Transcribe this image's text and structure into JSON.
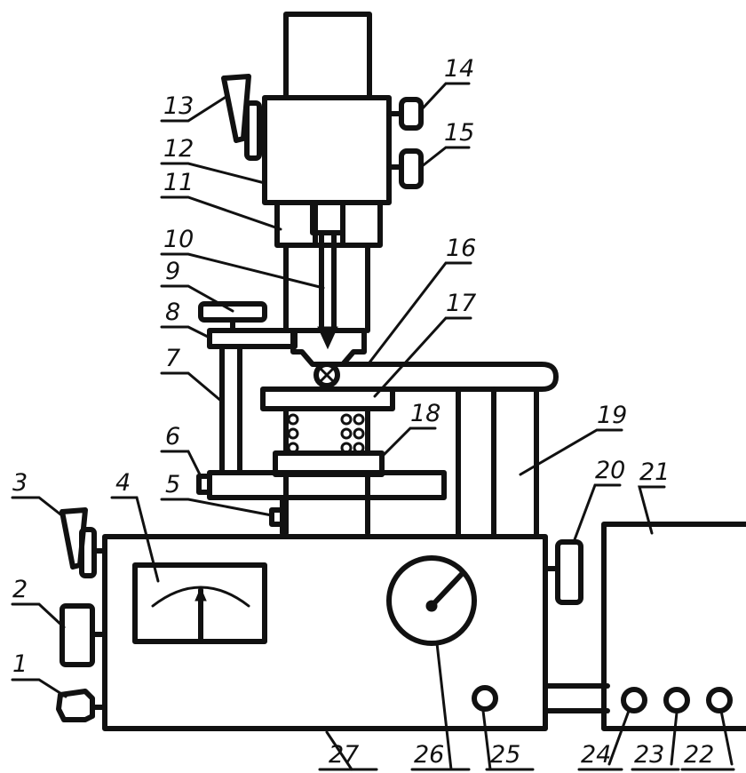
{
  "parts": [
    {
      "id": "1",
      "label": "1"
    },
    {
      "id": "2",
      "label": "2"
    },
    {
      "id": "3",
      "label": "3"
    },
    {
      "id": "4",
      "label": "4"
    },
    {
      "id": "5",
      "label": "5"
    },
    {
      "id": "6",
      "label": "6"
    },
    {
      "id": "7",
      "label": "7"
    },
    {
      "id": "8",
      "label": "8"
    },
    {
      "id": "9",
      "label": "9"
    },
    {
      "id": "10",
      "label": "10"
    },
    {
      "id": "11",
      "label": "11"
    },
    {
      "id": "12",
      "label": "12"
    },
    {
      "id": "13",
      "label": "13"
    },
    {
      "id": "14",
      "label": "14"
    },
    {
      "id": "15",
      "label": "15"
    },
    {
      "id": "16",
      "label": "16"
    },
    {
      "id": "17",
      "label": "17"
    },
    {
      "id": "18",
      "label": "18"
    },
    {
      "id": "19",
      "label": "19"
    },
    {
      "id": "20",
      "label": "20"
    },
    {
      "id": "21",
      "label": "21"
    },
    {
      "id": "22",
      "label": "22"
    },
    {
      "id": "23",
      "label": "23"
    },
    {
      "id": "24",
      "label": "24"
    },
    {
      "id": "25",
      "label": "25"
    },
    {
      "id": "26",
      "label": "26"
    },
    {
      "id": "27",
      "label": "27"
    }
  ],
  "colors": {
    "ink": "#111111",
    "paper": "#ffffff"
  }
}
